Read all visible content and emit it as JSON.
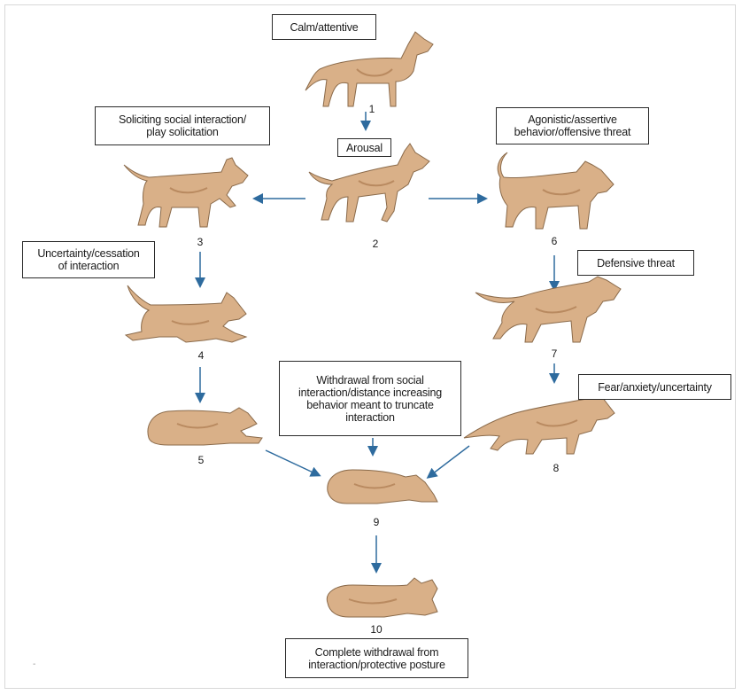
{
  "labels": {
    "calm": "Calm/attentive",
    "arousal": "Arousal",
    "soliciting": "Soliciting social interaction/\nplay solicitation",
    "agonistic": "Agonistic/assertive\nbehavior/offensive threat",
    "uncertainty": "Uncertainty/cessation\nof interaction",
    "defensive": "Defensive threat",
    "withdrawal": "Withdrawal from social\ninteraction/distance increasing\nbehavior meant to truncate\ninteraction",
    "fear": "Fear/anxiety/uncertainty",
    "complete": "Complete withdrawal from\ninteraction/protective posture"
  },
  "numbers": [
    "1",
    "2",
    "3",
    "4",
    "5",
    "6",
    "7",
    "8",
    "9",
    "10"
  ],
  "colors": {
    "arrow": "#2e6b9e",
    "dog_body": "#d9b088",
    "dog_shade": "#b98a60",
    "dog_outline": "#8a6a4a"
  },
  "footer_mark": "-"
}
